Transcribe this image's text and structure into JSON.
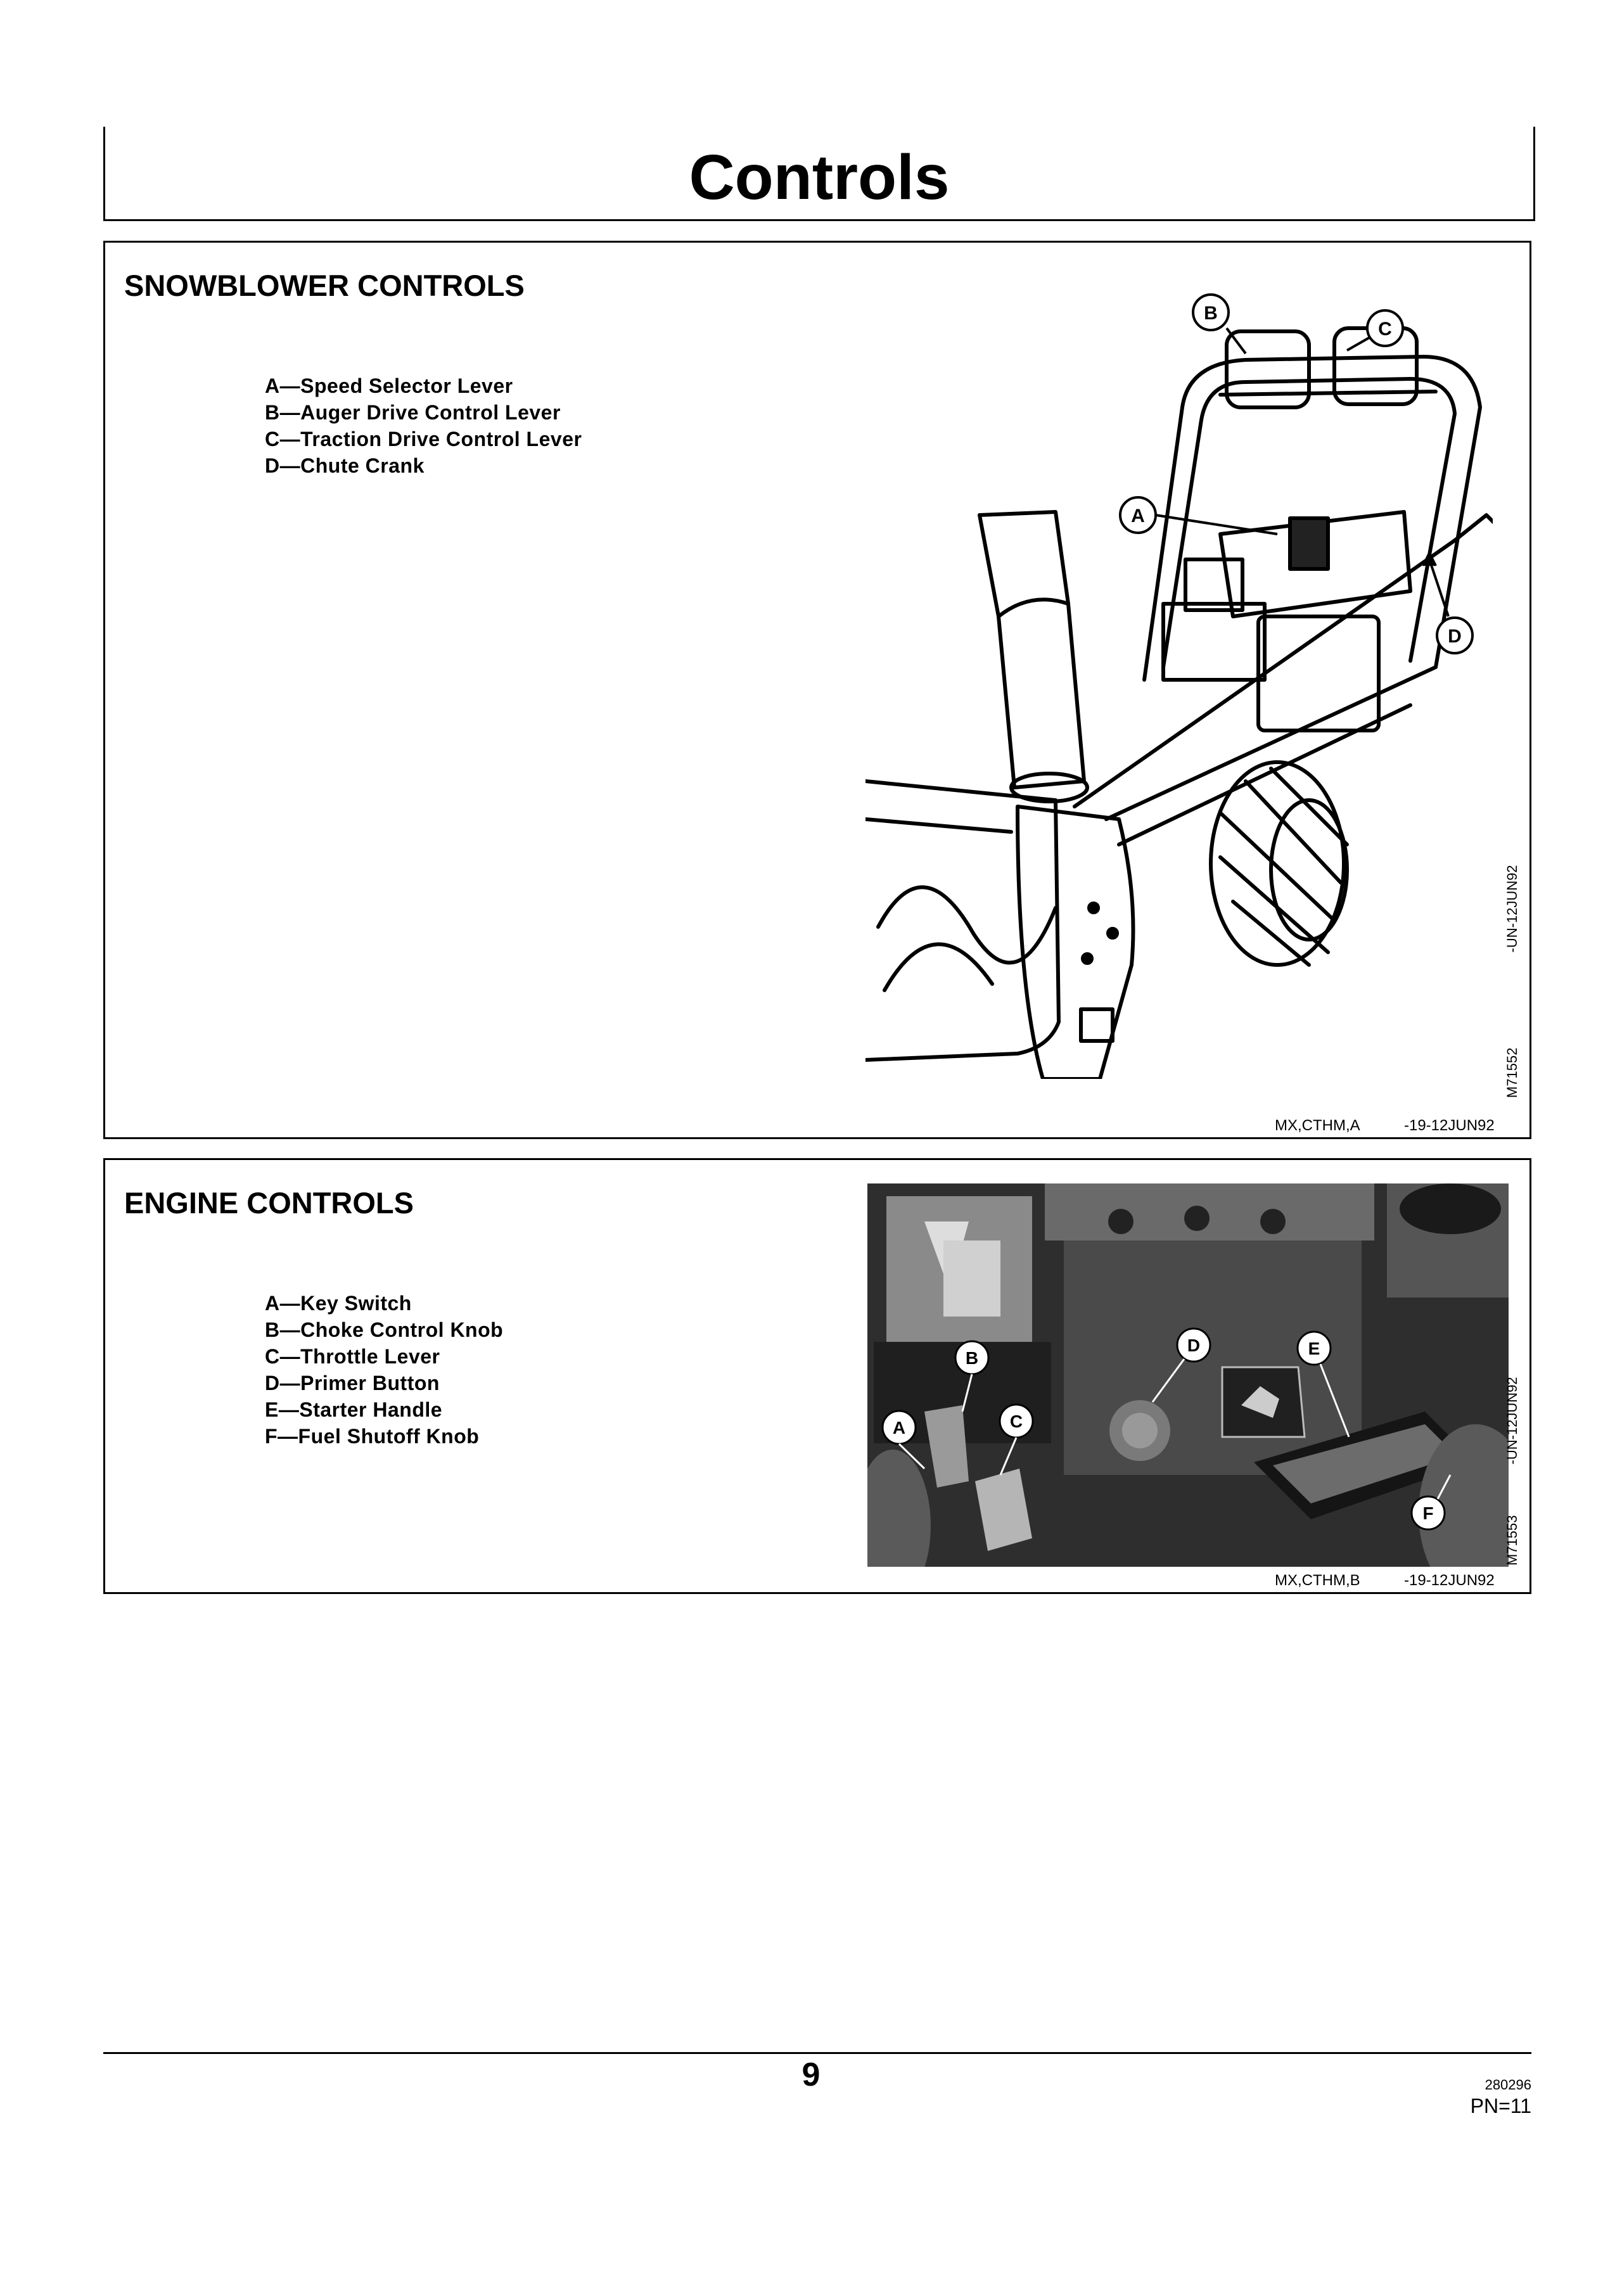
{
  "page": {
    "title": "Controls",
    "page_number": "9",
    "doc_code": "280296",
    "pn": "PN=11"
  },
  "sections": [
    {
      "heading": "SNOWBLOWER CONTROLS",
      "legend": [
        "A—Speed Selector Lever",
        "B—Auger Drive Control Lever",
        "C—Traction Drive Control Lever",
        "D—Chute Crank"
      ],
      "figure": {
        "callouts": [
          "A",
          "B",
          "C",
          "D"
        ],
        "code": "M71552",
        "code_suffix": "-UN-12JUN92"
      },
      "ref": "MX,CTHM,A",
      "ref_date": "-19-12JUN92"
    },
    {
      "heading": "ENGINE CONTROLS",
      "legend": [
        "A—Key Switch",
        "B—Choke Control Knob",
        "C—Throttle Lever",
        "D—Primer Button",
        "E—Starter Handle",
        "F—Fuel Shutoff Knob"
      ],
      "figure": {
        "callouts": [
          "A",
          "B",
          "C",
          "D",
          "E",
          "F"
        ],
        "code": "M71553",
        "code_suffix": "-UN-12JUN92"
      },
      "ref": "MX,CTHM,B",
      "ref_date": "-19-12JUN92"
    }
  ]
}
